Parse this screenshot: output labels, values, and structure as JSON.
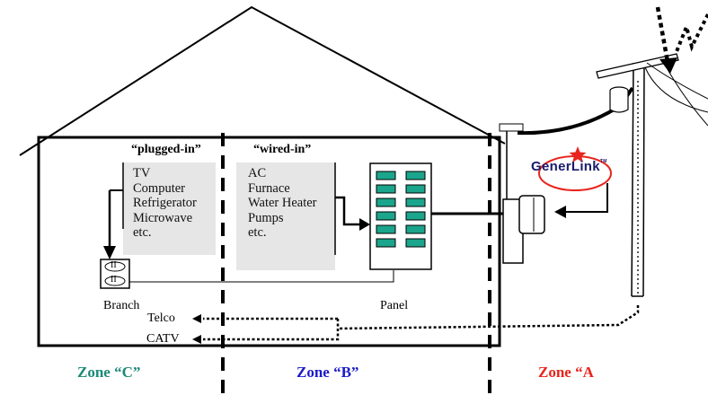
{
  "headers": {
    "plugged": "“plugged-in”",
    "wired": "“wired-in”"
  },
  "plugged_items": [
    "TV",
    "Computer",
    "Refrigerator",
    "Microwave",
    "etc."
  ],
  "wired_items": [
    "AC",
    "Furnace",
    "Water Heater",
    "Pumps",
    "etc."
  ],
  "labels": {
    "branch": "Branch",
    "panel": "Panel",
    "telco": "Telco",
    "catv": "CATV",
    "outlet_mark": "II"
  },
  "logo": {
    "text": "GenerLink",
    "tm": "TM"
  },
  "zones": {
    "c": {
      "label": "Zone “C”",
      "color": "#1a8a78"
    },
    "b": {
      "label": "Zone “B”",
      "color": "#1c1cc8"
    },
    "a": {
      "label": "Zone “A",
      "color": "#e8241c"
    }
  },
  "colors": {
    "breaker": "#1aa58c",
    "box_fill": "#e6e6e6",
    "star": "#e8241c",
    "swoosh": "#e8241c"
  }
}
